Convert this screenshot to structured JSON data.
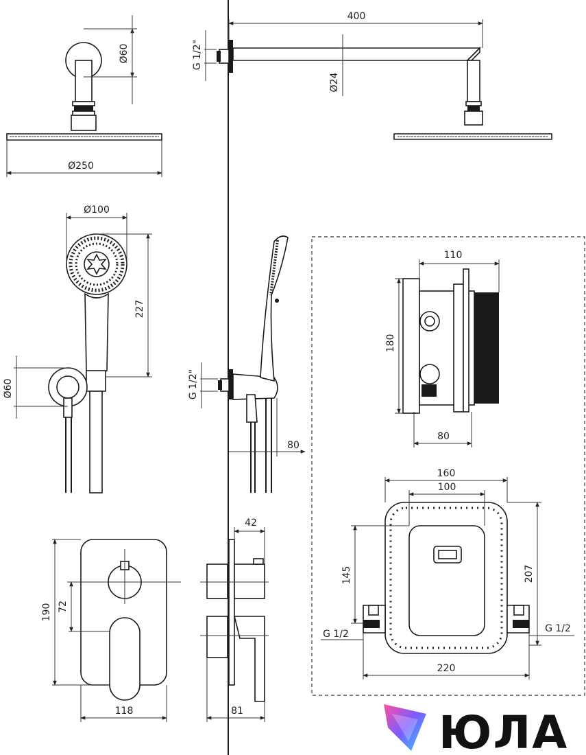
{
  "overhead_shower": {
    "arm_wall_dia": "Ø60",
    "head_dia": "Ø250",
    "arm_length": "400",
    "thread": "G 1/2\"",
    "arm_tube_dia": "Ø24"
  },
  "hand_shower": {
    "head_dia": "Ø100",
    "length": "227",
    "holder_dia": "Ø60",
    "thread": "G 1/2\"",
    "projection": "80"
  },
  "mixer_face": {
    "height": "190",
    "lever_offset": "72",
    "width": "118"
  },
  "mixer_side": {
    "plate_depth": "42",
    "total_depth": "81"
  },
  "box_side": {
    "width": "110",
    "height": "180",
    "depth": "80"
  },
  "box_front": {
    "top_outer": "160",
    "top_inner": "100",
    "inlet_height": "145",
    "height": "207",
    "inlet_left": "G 1/2",
    "inlet_right": "G 1/2",
    "bottom_width": "220"
  },
  "logo": {
    "text": "ЮЛА",
    "colors": [
      "#ff4fa0",
      "#7a5cff",
      "#2fd0ff"
    ]
  }
}
